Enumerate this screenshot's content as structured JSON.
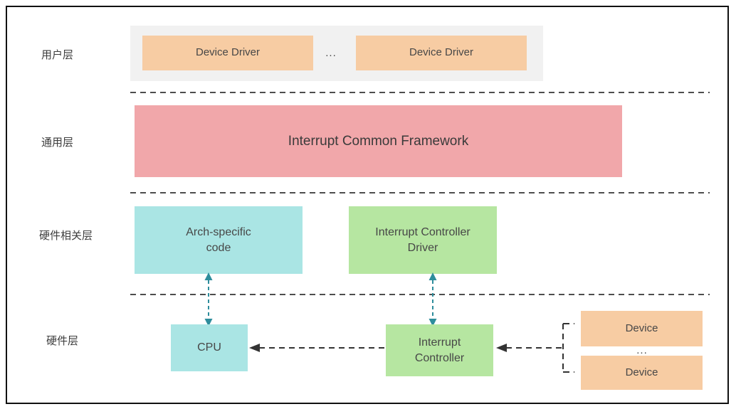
{
  "colors": {
    "orange_box": "#F7CCA3",
    "pink_box": "#F1A7AA",
    "cyan_box": "#AAE5E4",
    "green_box": "#B6E6A1",
    "container_gray": "#F1F1F1",
    "teal_arrow": "#2E8D9C",
    "dash_line": "#4D4D4D",
    "frame_border": "#111111"
  },
  "layers": {
    "user": {
      "label": "用户层"
    },
    "common": {
      "label": "通用层"
    },
    "hw_related": {
      "label": "硬件相关层"
    },
    "hw": {
      "label": "硬件层"
    }
  },
  "user_layer": {
    "device_driver_left": "Device Driver",
    "ellipsis": "...",
    "device_driver_right": "Device Driver"
  },
  "common_layer": {
    "framework": "Interrupt Common Framework"
  },
  "hw_related_layer": {
    "arch_specific": "Arch-specific\ncode",
    "controller_driver": "Interrupt Controller\nDriver"
  },
  "hw_layer": {
    "cpu": "CPU",
    "interrupt_controller": "Interrupt\nController",
    "device_top": "Device",
    "ellipsis": "...",
    "device_bottom": "Device"
  }
}
